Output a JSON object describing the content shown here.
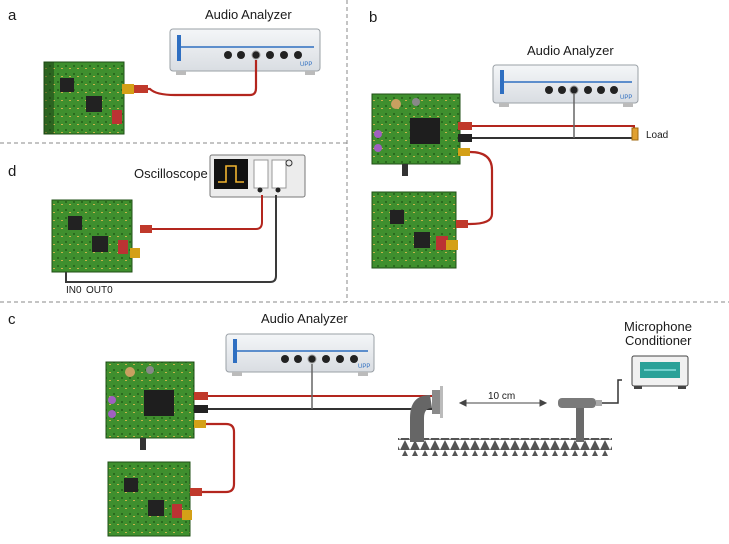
{
  "panels": {
    "a": {
      "letter": "a",
      "analyzer_title": "Audio Analyzer",
      "brand": "UPP"
    },
    "b": {
      "letter": "b",
      "analyzer_title": "Audio Analyzer",
      "brand": "UPP",
      "load_label": "Load"
    },
    "c": {
      "letter": "c",
      "analyzer_title": "Audio Analyzer",
      "brand": "UPP",
      "distance_label": "10 cm",
      "mic_title_line1": "Microphone",
      "mic_title_line2": "Conditioner"
    },
    "d": {
      "letter": "d",
      "scope_title": "Oscilloscope",
      "in_label": "IN0",
      "out_label": "OUT0"
    }
  },
  "colors": {
    "board": "#3f8f2e",
    "cable_red": "#b3261e",
    "cable_black": "#3a3a3a",
    "analyzer_blue": "#2f6fc1",
    "divider": "#888888"
  }
}
